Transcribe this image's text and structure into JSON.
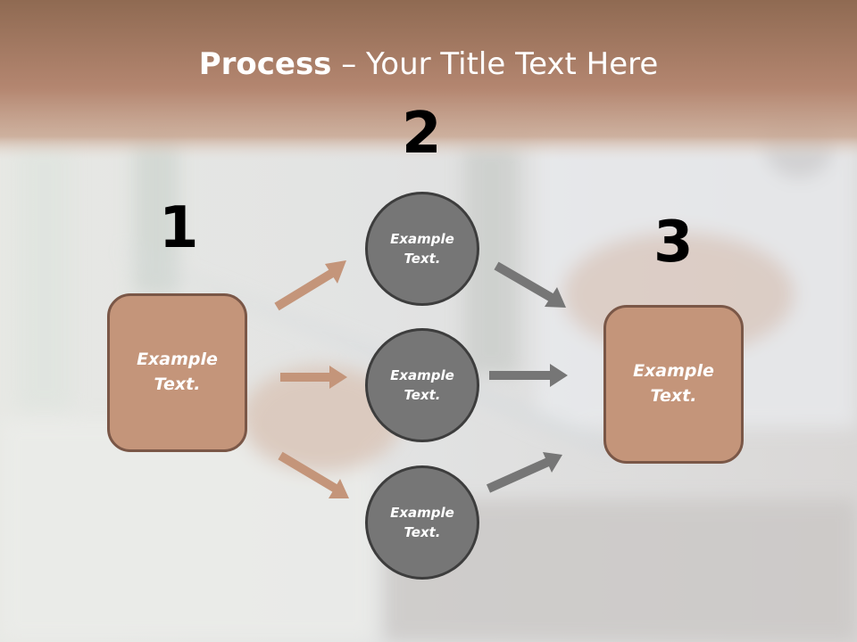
{
  "title": {
    "bold": "Process",
    "rest": " – Your Title Text Here"
  },
  "steps": {
    "one": "1",
    "two": "2",
    "three": "3"
  },
  "left_box": {
    "text": "Example Text."
  },
  "circles": [
    {
      "text": "Example Text."
    },
    {
      "text": "Example Text."
    },
    {
      "text": "Example Text."
    }
  ],
  "right_box": {
    "text": "Example Text."
  },
  "colors": {
    "box_fill": "#c4957a",
    "box_border": "#7a5747",
    "circle_fill": "#767676",
    "circle_border": "#3d3d3d",
    "left_arrows": "#c4957a",
    "right_arrows": "#767676",
    "header": "#a87a60"
  }
}
